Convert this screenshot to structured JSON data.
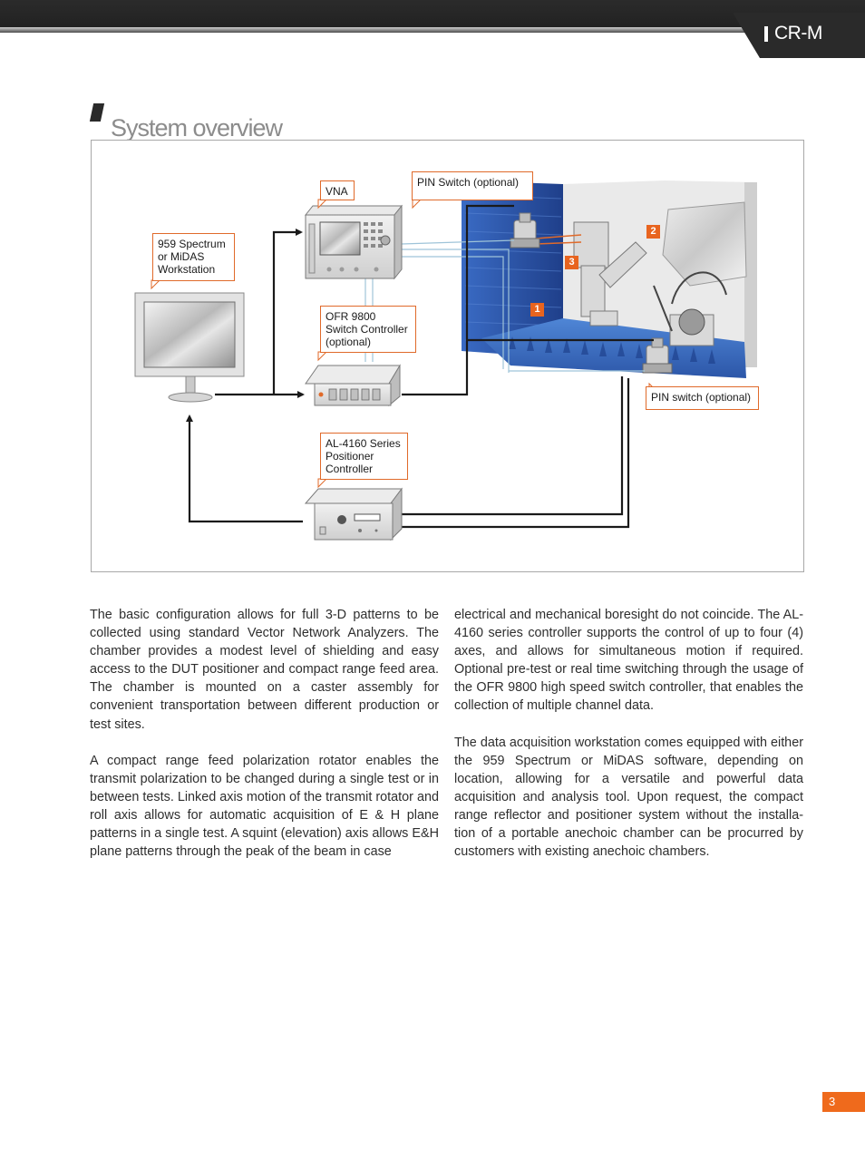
{
  "header": {
    "tab_label": "CR-M"
  },
  "section": {
    "title": "System overview"
  },
  "diagram": {
    "callouts": {
      "vna": "VNA",
      "pin_switch_top": "PIN Switch (optional)",
      "workstation": "959 Spectrum\nor MiDAS\nWorkstation",
      "ofr": "OFR 9800\nSwitch Controller\n(optional)",
      "al4160": "AL-4160 Series\nPositioner\nController",
      "pin_switch_bottom": "PIN switch (optional)"
    },
    "badges": {
      "one": "1",
      "two": "2",
      "three": "3"
    },
    "colors": {
      "accent": "#e8641f",
      "chamber_blue": "#2c56a8",
      "line": "#1a1a1a",
      "cable": "#9fc4d9"
    }
  },
  "body": {
    "left_paragraphs": [
      "The basic configuration allows for full 3-D patterns to be collected using standard Vector Network Analyzers. The chamber provides a modest level of shielding and easy access to the DUT positioner and compact range feed area. The chamber is mounted on a caster assembly for convenient transportation between different production or test sites.",
      "A compact range feed polarization rotator enables the transmit polarization to be changed during a single test or in between tests. Linked axis motion of the transmit rotator and roll axis allows for automatic acquisition of E & H plane patterns in a single test. A squint (elevation) axis allows E&H plane patterns through the peak of the beam in case"
    ],
    "right_paragraphs": [
      "electrical and mechanical boresight do not coincide. The AL-4160 series controller supports the control of up to four (4) axes, and allows for simultaneous motion if required. Optional pre-test or real time switching through the usage of the OFR 9800 high speed switch controller, that enables the collection of multiple channel data.",
      "The data acquisition workstation comes equipped with either the 959 Spectrum or MiDAS software, depending on location, allowing for a versatile and powerful data acquisition and analysis tool. Upon request, the compact range reflector and positioner system without the installa-tion of a portable anechoic chamber can be procurred by customers with existing anechoic chambers."
    ]
  },
  "footer": {
    "page_number": "3"
  }
}
